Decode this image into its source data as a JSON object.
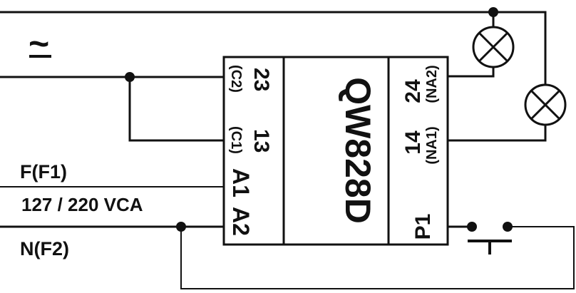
{
  "source_symbol": "~",
  "relay": {
    "model": "QW828D",
    "left_terminals": {
      "t23": "23",
      "t23_alt": "(C2)",
      "t13": "13",
      "t13_alt": "(C1)",
      "a1": "A1",
      "a2": "A2"
    },
    "right_terminals": {
      "t24": "24",
      "t24_alt": "(NA2)",
      "t14": "14",
      "t14_alt": "(NA1)",
      "p1": "P1"
    }
  },
  "supply": {
    "phase_label": "F(F1)",
    "voltage_label": "127 / 220 VCA",
    "neutral_label": "N(F2)"
  },
  "loads": [
    {
      "icon": "lamp-icon"
    },
    {
      "icon": "lamp-icon"
    }
  ],
  "push_button": {
    "icon": "push-button-icon"
  }
}
